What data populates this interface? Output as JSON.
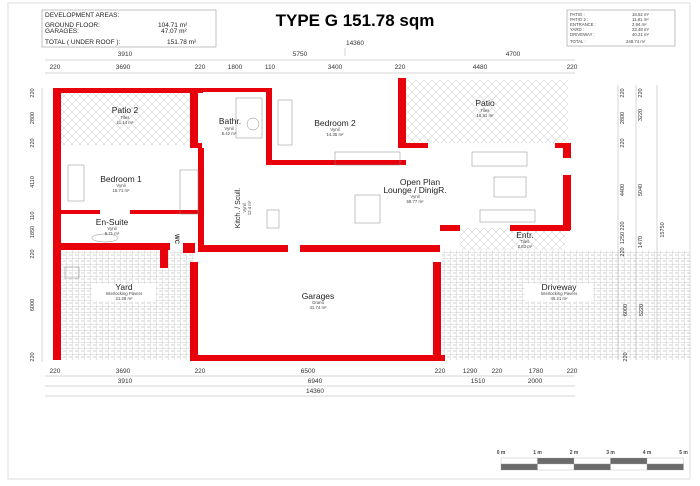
{
  "title": "TYPE G 151.78 sqm",
  "development_areas": {
    "heading": "DEVELOPMENT AREAS:",
    "rows": [
      {
        "label": "GROUND FLOOR:",
        "value": "104.71 m²"
      },
      {
        "label": "GARAGES:",
        "value": "47.07 m²"
      }
    ],
    "total_label": "TOTAL ( UNDER ROOF ):",
    "total_value": "151.78 m²"
  },
  "external_areas": {
    "rows": [
      {
        "label": "PATIO :",
        "value": "18.52 m²"
      },
      {
        "label": "PATIO 2 :",
        "value": "11.81 m²"
      },
      {
        "label": "ENTRANCE :",
        "value": "2.94 m²"
      },
      {
        "label": "YARD :",
        "value": "23.48 m²"
      },
      {
        "label": "DRIVEWAY :",
        "value": "40.21 m²"
      }
    ],
    "total_label": "TOTAL :",
    "total_value": "248.74 m²"
  },
  "rooms": {
    "patio2": {
      "name": "Patio 2",
      "finish": "Tiles",
      "area": "11.14 m²"
    },
    "bathroom": {
      "name": "Bathr.",
      "finish": "Vynil",
      "area": "5.42 m²"
    },
    "bedroom2": {
      "name": "Bedroom 2",
      "finish": "Vynil",
      "area": "14.35 m²"
    },
    "patio": {
      "name": "Patio",
      "finish": "Tiles",
      "area": "18.31 m²"
    },
    "bedroom1": {
      "name": "Bedroom 1",
      "finish": "Vynil",
      "area": "15.71 m²"
    },
    "kitchen": {
      "name": "Kitch. / Scull.",
      "finish": "Vynil",
      "area": "12.4 m²"
    },
    "open_plan": {
      "name": "Open Plan",
      "name2": "Lounge / DinigR.",
      "finish": "Vynil",
      "area": "58.77 m²"
    },
    "en_suite": {
      "name": "En-Suite",
      "finish": "Vynil",
      "area": "5.71 m²"
    },
    "wc": {
      "name": "WC"
    },
    "entrance": {
      "name": "Entr.",
      "finish": "Tiles",
      "area": "2.83 m²"
    },
    "yard": {
      "name": "Yard",
      "finish": "Interlocking Pavers",
      "area": "21.28 m²"
    },
    "garages": {
      "name": "Garages",
      "finish": "Grano",
      "area": "41.74 m²"
    },
    "driveway": {
      "name": "Driveway",
      "finish": "Interlocking Pavers",
      "area": "40.21 m²"
    }
  },
  "dimensions": {
    "top_total": [
      "14360"
    ],
    "top_mid": [
      "3910",
      "5750",
      "4700"
    ],
    "top_detail": [
      "220",
      "3690",
      "220",
      "1800",
      "110",
      "3400",
      "220",
      "4480",
      "220"
    ],
    "bottom_detail": [
      "220",
      "3690",
      "220",
      "6500",
      "220",
      "1290",
      "220",
      "1780",
      "220"
    ],
    "bottom_mid": [
      "3910",
      "6940",
      "1510",
      "2000"
    ],
    "bottom_total": [
      "14360"
    ],
    "left": [
      "220",
      "2800",
      "220",
      "4110",
      "110",
      "1850",
      "220",
      "6000",
      "220"
    ],
    "right_inner": [
      "220",
      "2800",
      "220",
      "4400",
      "220",
      "1250",
      "220",
      "6000",
      "220"
    ],
    "right_outer": [
      "220",
      "3220",
      "5040",
      "1470",
      "5220"
    ],
    "right_total": [
      "15750"
    ]
  },
  "scale_bar": {
    "labels": [
      "0 m",
      "1 m",
      "2 m",
      "3 m",
      "4 m",
      "5 m"
    ]
  },
  "colors": {
    "wall": "#e8000b",
    "hatch": "#9a9a9a",
    "scale_dark": "#6b6b6b"
  }
}
